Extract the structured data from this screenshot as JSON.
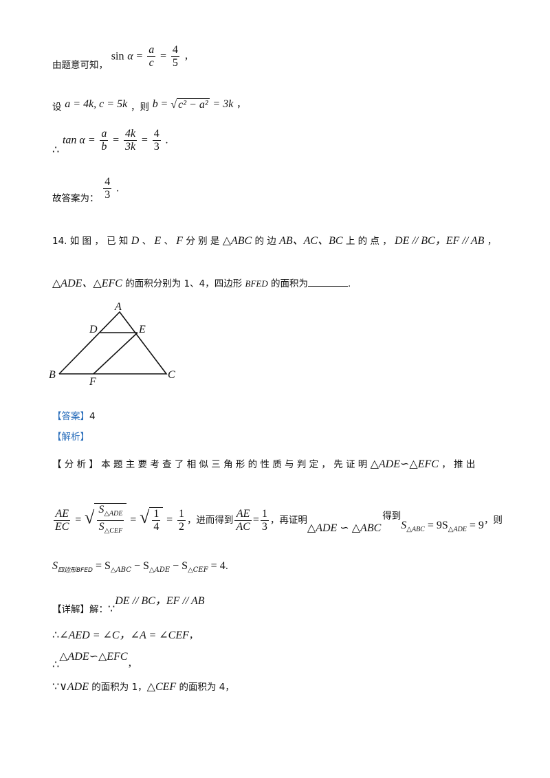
{
  "l1": {
    "prefix": "由题意可知，",
    "lhs": "sin",
    "alpha": "α",
    "a": "a",
    "c": "c",
    "num4": "4",
    "den5": "5",
    "tail": "，"
  },
  "l2": {
    "prefix": "设",
    "expr1": "a = 4k, c = 5k",
    "mid": "，则",
    "b": "b",
    "rad": "c² − a²",
    "res": "= 3k",
    "tail": "，"
  },
  "l3": {
    "therefore": "∴",
    "lhs": "tan α =",
    "a": "a",
    "b": "b",
    "n1": "4k",
    "d1": "3k",
    "n2": "4",
    "d2": "3",
    "tail": "."
  },
  "l4": {
    "prefix": "故答案为：",
    "num": "4",
    "den": "3",
    "tail": "."
  },
  "q14": {
    "line1": [
      "14. 如 图 ， 已 知 ",
      "D",
      " 、 ",
      "E",
      " 、 ",
      "F",
      " 分 别 是 ",
      "△ABC",
      " 的 边 ",
      "AB、AC、BC",
      " 上 的 点 ， ",
      "DE // BC，EF // AB",
      " ，"
    ],
    "line2": [
      "△ADE、△EFC",
      " 的面积分别为 1、4，四边形 ",
      "BFED",
      " 的面积为",
      "."
    ]
  },
  "figure": {
    "A": "A",
    "B": "B",
    "C": "C",
    "D": "D",
    "E": "E",
    "F": "F"
  },
  "answer": {
    "label": "【答案】",
    "value": "4"
  },
  "analysis_label": "【解析】",
  "fenxi": {
    "head": "【 分 析 】 本 题 主 要 考 查 了 相 似 三 角 形 的 性 质 与 判 定 ， 先 证 明 ",
    "sim": "△ADE∽△EFC",
    "tail": " ， 推 出"
  },
  "l_ratio": {
    "AE": "AE",
    "EC": "EC",
    "S1": "S",
    "s1sub": "△ADE",
    "S2": "S",
    "s2sub": "△CEF",
    "q1": "1",
    "q4": "4",
    "half1": "1",
    "half2": "2",
    "t1": "，进而得到",
    "AE2": "AE",
    "AC": "AC",
    "o1": "1",
    "o3": "3",
    "t2": "，再证明",
    "sim2": "△ADE ∽ △ABC",
    "t3": "得到",
    "res": "S",
    "rsub": "△ABC",
    "res2": " = 9S",
    "rsub2": "△ADE",
    "res3": " = 9",
    "t4": "，则"
  },
  "l_area": {
    "S": "S",
    "sub": "四边形BFED",
    "eq": " = S",
    "sub2": "△ABC",
    "m": " − S",
    "sub3": "△ADE",
    "m2": " − S",
    "sub4": "△CEF",
    "end": " = 4",
    "tail": "."
  },
  "detail": {
    "label": "【详解】解：",
    "because": "∵",
    "expr": "DE // BC，EF // AB"
  },
  "d2": {
    "therefore": "∴",
    "expr": "∠AED = ∠C，∠A = ∠CEF",
    "tail": "，"
  },
  "d3": {
    "therefore": "∴",
    "expr": "△ADE∽△EFC",
    "tail": "，"
  },
  "d4": {
    "because": "∵",
    "tri": "∨ADE",
    "t1": " 的面积为 1，",
    "tri2": "△CEF",
    "t2": " 的面积为 4，"
  }
}
